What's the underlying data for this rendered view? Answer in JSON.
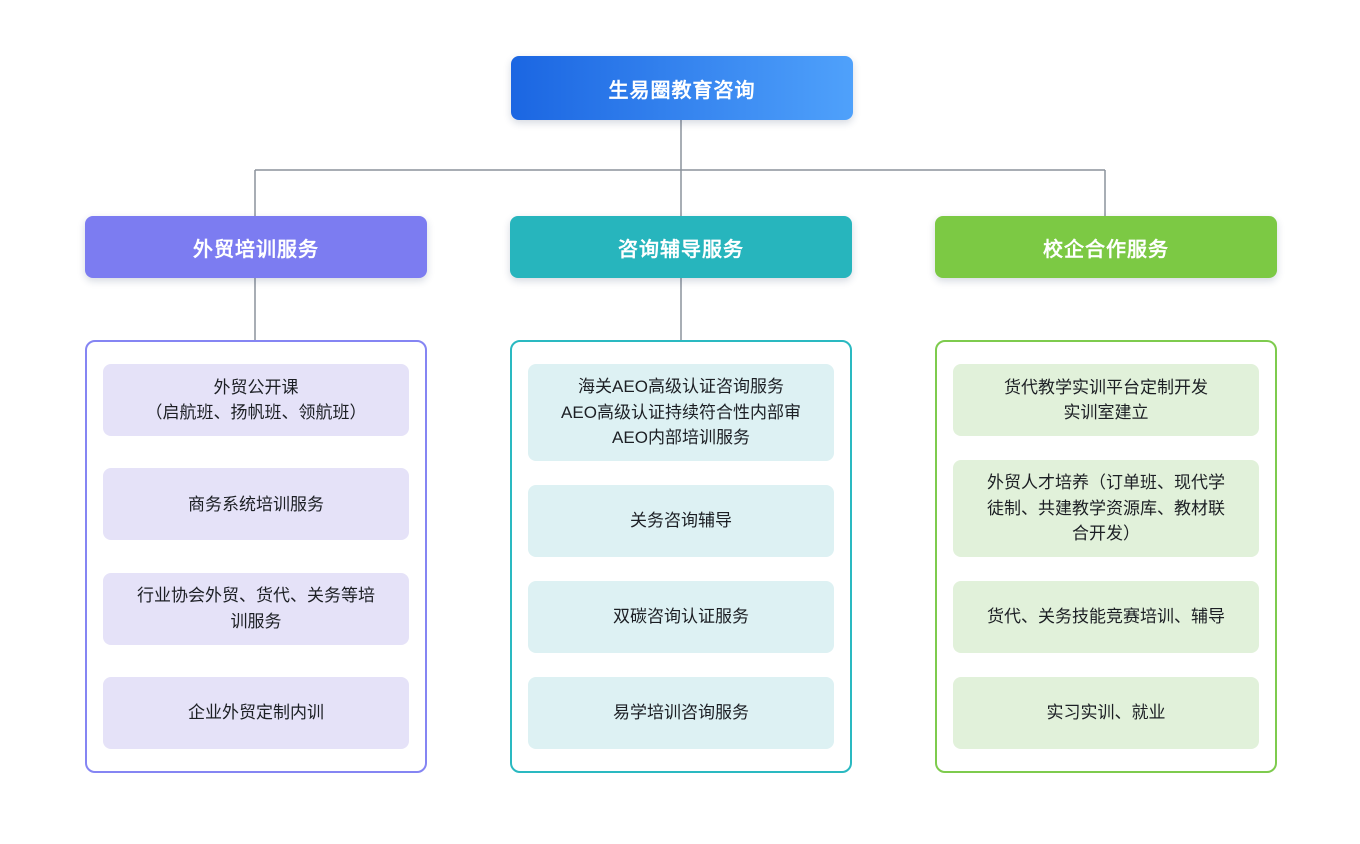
{
  "root": {
    "label": "生易圈教育咨询"
  },
  "branches": [
    {
      "label": "外贸培训服务",
      "accent_color": "#7c7cf1",
      "item_bg_color": "#e5e2f8",
      "items": [
        "外贸公开课\n（启航班、扬帆班、领航班）",
        "商务系统培训服务",
        "行业协会外贸、货代、关务等培训服务",
        "企业外贸定制内训"
      ]
    },
    {
      "label": "咨询辅导服务",
      "accent_color": "#27b5bd",
      "item_bg_color": "#ddf1f3",
      "items": [
        "海关AEO高级认证咨询服务\nAEO高级认证持续符合性内部审\nAEO内部培训服务",
        "关务咨询辅导",
        "双碳咨询认证服务",
        "易学培训咨询服务"
      ]
    },
    {
      "label": "校企合作服务",
      "accent_color": "#7cc944",
      "item_bg_color": "#e1f1da",
      "items": [
        "货代教学实训平台定制开发\n实训室建立",
        "外贸人才培养（订单班、现代学徒制、共建教学资源库、教材联合开发）",
        "货代、关务技能竞赛培训、辅导",
        "实习实训、就业"
      ]
    }
  ],
  "colors": {
    "root_gradient_start": "#1b66e2",
    "root_gradient_end": "#4fa1fb",
    "connector": "#8b929c",
    "background": "#ffffff"
  }
}
